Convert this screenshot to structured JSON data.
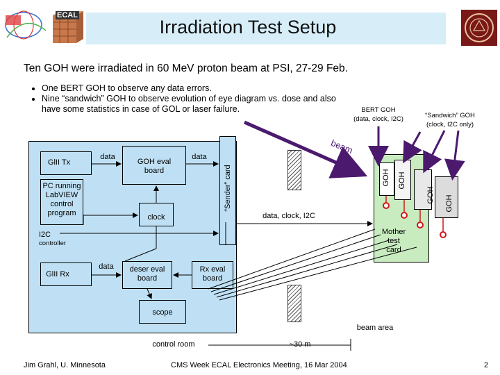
{
  "header": {
    "title": "Irradiation Test Setup",
    "logo_text": "ECAL"
  },
  "subtitle": "Ten GOH were irradiated in 60 MeV proton beam at PSI, 27-29 Feb.",
  "bullets": [
    "One BERT GOH to observe any data errors.",
    "Nine “sandwich” GOH to observe evolution of eye diagram vs. dose and also have some statistics in case of GOL or laser failure."
  ],
  "diagram": {
    "bert_goh_label": "BERT GOH",
    "bert_goh_sub": "(data, clock, I2C)",
    "sandwich_label": "“Sandwich” GOH",
    "sandwich_sub": "(clock, I2C only)",
    "beam": "beam",
    "glll_tx": "GlII Tx",
    "data1": "data",
    "goh_eval_board": "GOH eval board",
    "data2": "data",
    "sender_card": "“Sender” card",
    "pc_running": "PC running LabVIEW control program",
    "clock": "clock",
    "data_clock_i2c": "data, clock, I2C",
    "i2c": "I2C",
    "controller": "controller",
    "glll_rx": "GlII Rx",
    "data3": "data",
    "deser_eval": "deser eval board",
    "rx_eval": "Rx eval board",
    "scope": "scope",
    "mother_test_card": "Mother test card",
    "goh": "GOH",
    "beam_area": "beam area",
    "control_room": "control room",
    "distance": "~30 m"
  },
  "footer": {
    "author": "Jim Grahl, U. Minnesota",
    "meeting": "CMS Week ECAL Electronics Meeting, 16 Mar 2004",
    "page": "2"
  },
  "colors": {
    "title_bg": "#d7eef8",
    "box_blue": "#bfe0f4",
    "mother_green": "#c8ecc0",
    "arrow_purple": "#4b1a6e",
    "fiber_red": "#d01818",
    "logo_maroon": "#7a1818"
  }
}
